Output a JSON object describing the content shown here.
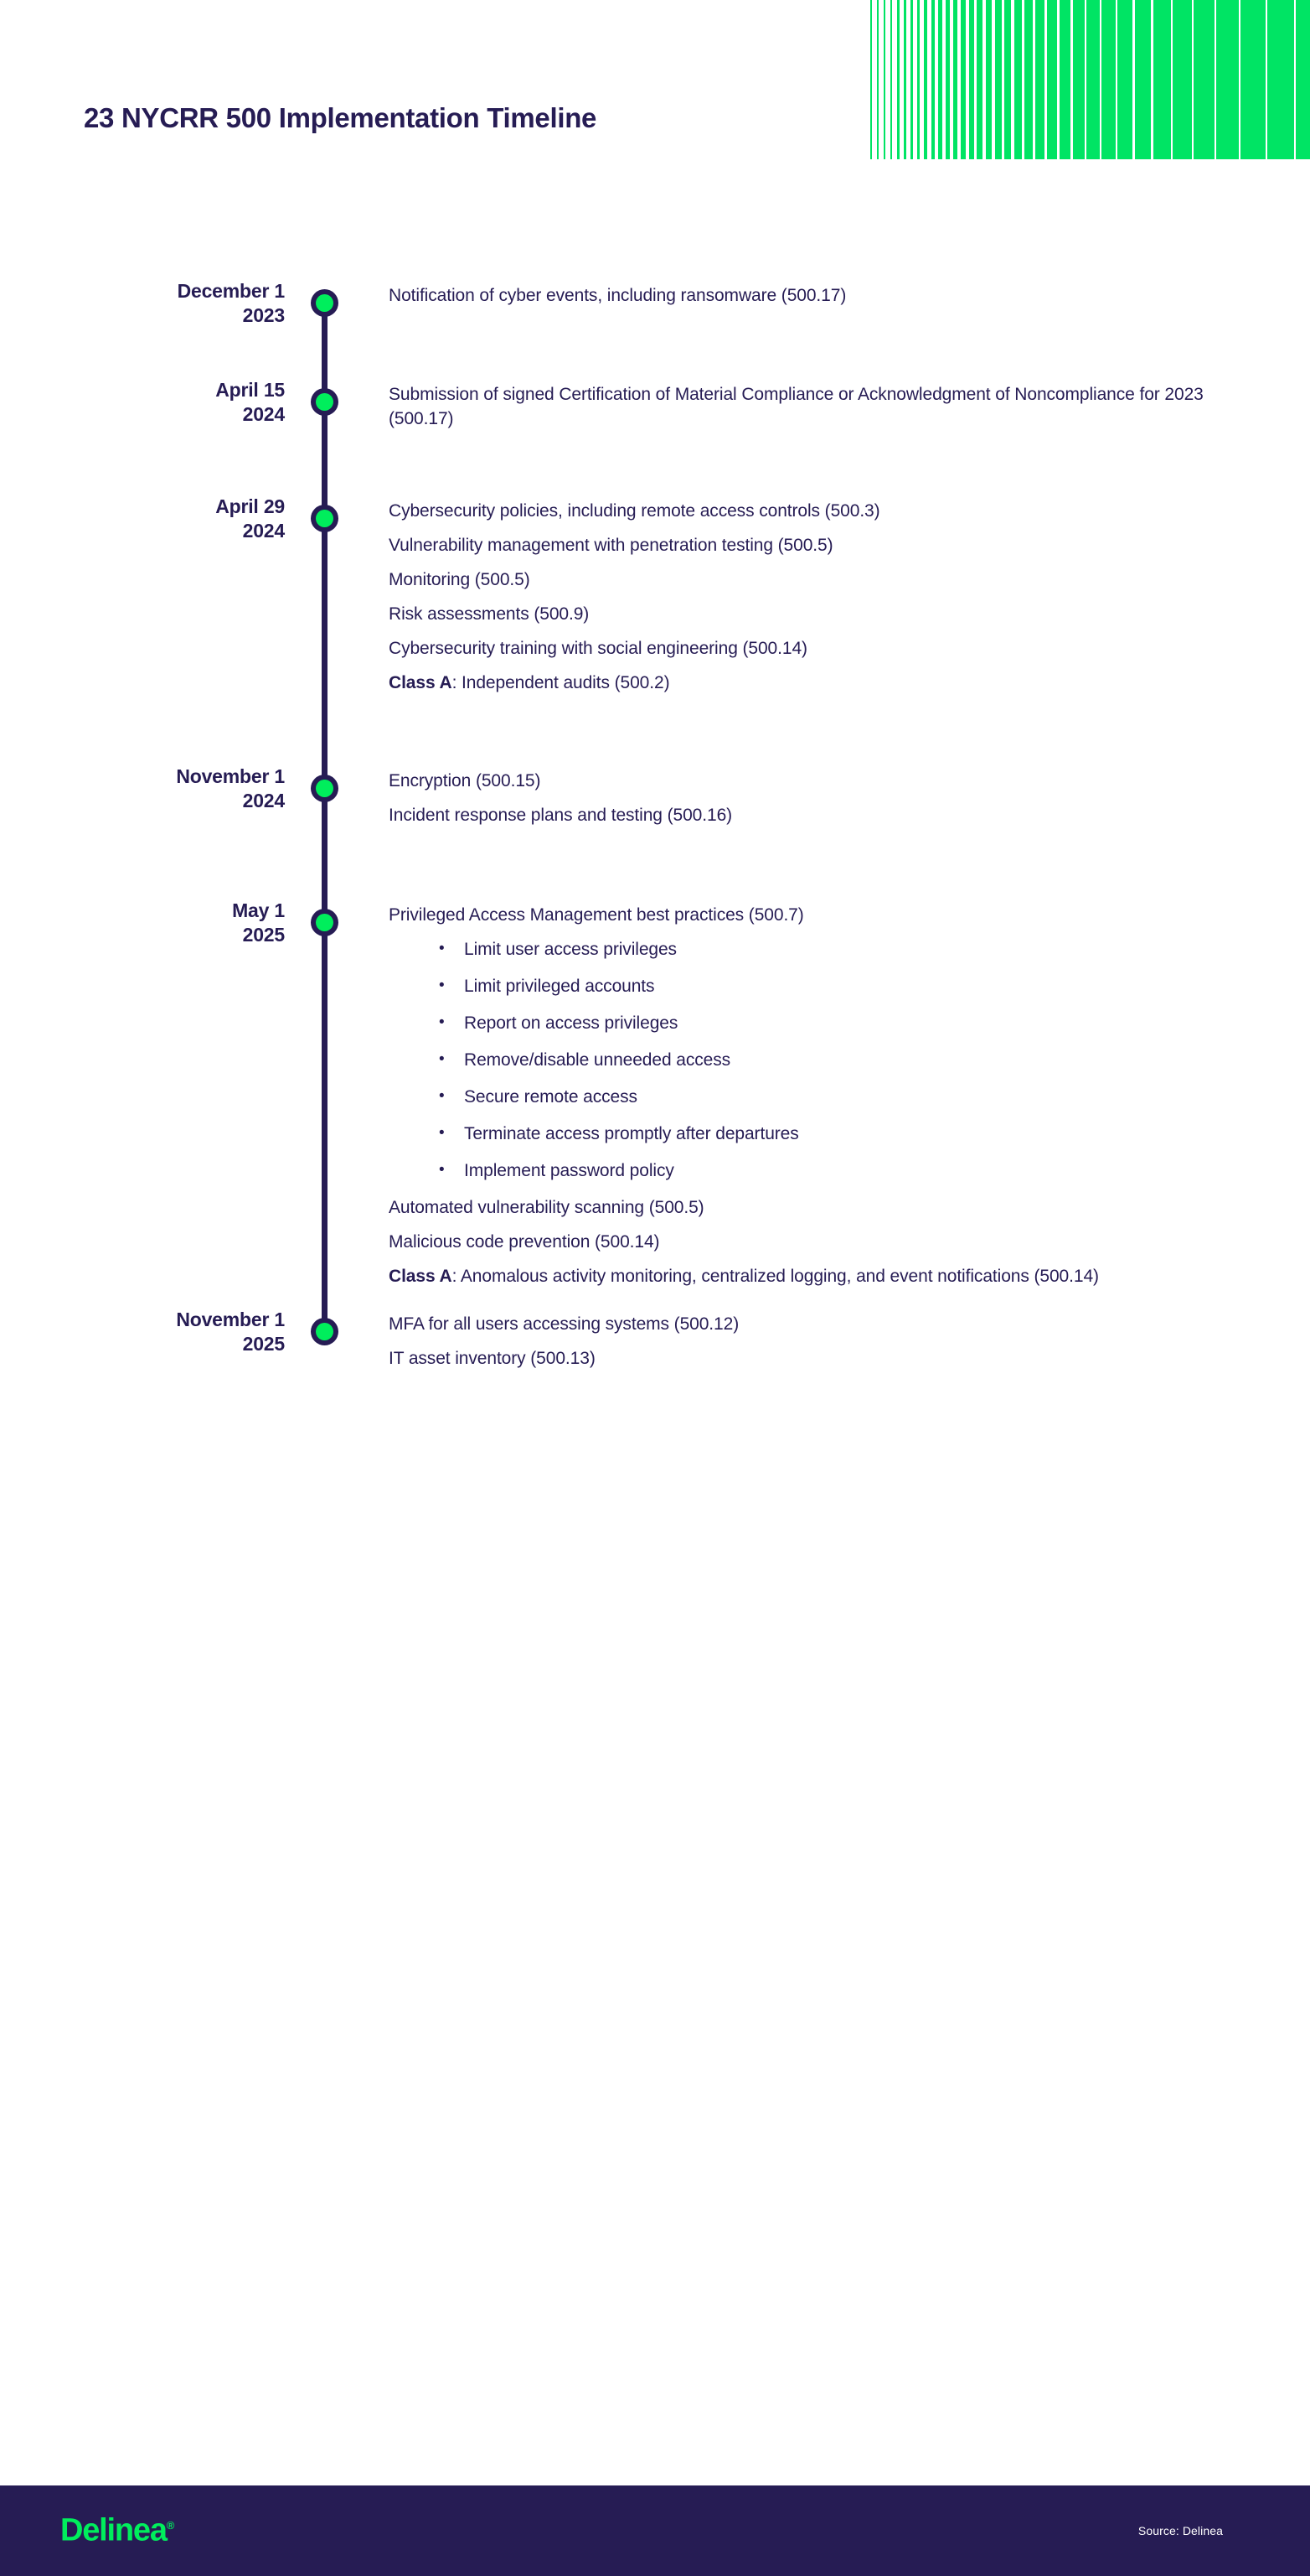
{
  "header": {
    "title": "23 NYCRR 500 Implementation Timeline",
    "accent_green": "#00E464",
    "navy": "#261C54"
  },
  "timeline": {
    "line_color": "#261C54",
    "marker_ring_color": "#261C54",
    "marker_fill_color": "#00EE5C",
    "entries": [
      {
        "date_line1": "December 1",
        "date_line2": "2023",
        "items": [
          {
            "text": "Notification of cyber events, including ransomware (500.17)"
          }
        ],
        "bullets": []
      },
      {
        "date_line1": "April 15",
        "date_line2": "2024",
        "items": [
          {
            "text": "Submission of signed Certification of Material Compliance or Acknowledgment of Noncompliance for 2023 (500.17)"
          }
        ],
        "bullets": []
      },
      {
        "date_line1": "April 29",
        "date_line2": "2024",
        "items": [
          {
            "text": "Cybersecurity policies, including remote access controls (500.3)"
          },
          {
            "text": "Vulnerability management with penetration testing (500.5)"
          },
          {
            "text": "Monitoring (500.5)"
          },
          {
            "text": "Risk assessments (500.9)"
          },
          {
            "text": "Cybersecurity training with social engineering (500.14)"
          },
          {
            "lead": "Class A",
            "text": ": Independent audits (500.2)"
          }
        ],
        "bullets": []
      },
      {
        "date_line1": "November 1",
        "date_line2": "2024",
        "items": [
          {
            "text": "Encryption (500.15)"
          },
          {
            "text": "Incident response plans and testing (500.16)"
          }
        ],
        "bullets": []
      },
      {
        "date_line1": "May 1",
        "date_line2": "2025",
        "items": [
          {
            "text": "Privileged Access Management best practices (500.7)"
          }
        ],
        "bullets": [
          "Limit user access privileges",
          "Limit privileged accounts",
          "Report on access privileges",
          "Remove/disable unneeded access",
          "Secure remote access",
          "Terminate access promptly after departures",
          "Implement password policy"
        ],
        "items_after": [
          {
            "text": "Automated vulnerability scanning (500.5)"
          },
          {
            "text": "Malicious code prevention (500.14)"
          },
          {
            "lead": "Class A",
            "text": ": Anomalous activity monitoring, centralized logging, and event notifications (500.14)"
          }
        ]
      },
      {
        "date_line1": "November 1",
        "date_line2": "2025",
        "items": [
          {
            "text": "MFA for all users accessing systems (500.12)"
          },
          {
            "text": "IT asset inventory (500.13)"
          }
        ],
        "bullets": []
      }
    ]
  },
  "footer": {
    "logo_text": "Delinea",
    "logo_tm": "®",
    "source_text": "Source: Delinea",
    "background": "#261C54",
    "logo_color": "#00EE5C"
  }
}
